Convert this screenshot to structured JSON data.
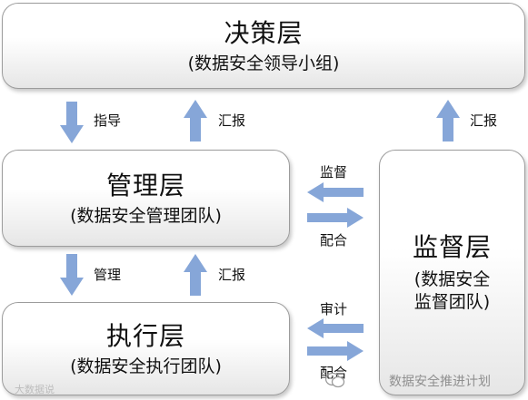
{
  "decision": {
    "title": "决策层",
    "subtitle": "(数据安全领导小组)"
  },
  "management": {
    "title": "管理层",
    "subtitle": "(数据安全管理团队)"
  },
  "execution": {
    "title": "执行层",
    "subtitle": "(数据安全执行团队)"
  },
  "supervision": {
    "title": "监督层",
    "subtitle_line1": "(数据安全",
    "subtitle_line2": "监督团队)"
  },
  "arrows": {
    "guide": "指导",
    "report_top_left": "汇报",
    "report_top_right": "汇报",
    "manage": "管理",
    "report_bottom": "汇报",
    "supervise": "监督",
    "cooperate_upper": "配合",
    "audit": "审计",
    "cooperate_lower": "配合"
  },
  "watermark": {
    "text": "数据安全推进计划",
    "logo_text": "大数据说"
  },
  "colors": {
    "arrow": "#86a6d8",
    "box_border": "#9c9c9c",
    "box_gradient_end": "#e6e6e6"
  }
}
